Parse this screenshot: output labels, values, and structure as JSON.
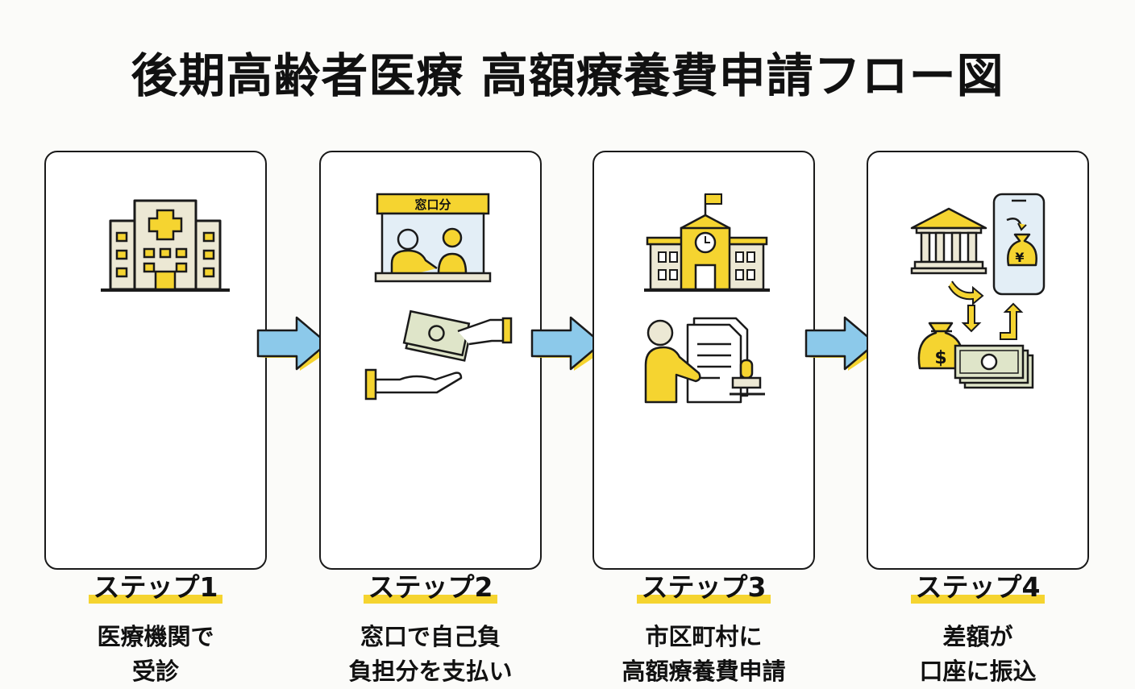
{
  "title": "後期高齢者医療 高額療養費申請フロー図",
  "colors": {
    "accent_yellow": "#f5d430",
    "arrow_blue": "#8cc9ea",
    "outline": "#1a1a1a",
    "money_green": "#dfe5c9",
    "building_beige": "#ece8d4"
  },
  "steps": [
    {
      "label": "ステップ1",
      "description": "医療機関で\n受診",
      "icons": [
        "hospital-icon"
      ]
    },
    {
      "label": "ステップ2",
      "description": "窓口で自己負\n負担分を支払い",
      "counter_sign": "窓口分",
      "icons": [
        "reception-counter-icon",
        "cash-payment-icon"
      ]
    },
    {
      "label": "ステップ3",
      "description": "市区町村に\n高額療養費申請",
      "icons": [
        "city-hall-icon",
        "application-form-icon"
      ]
    },
    {
      "label": "ステップ4",
      "description": "差額が\n口座に振込",
      "currency_symbols": [
        "¥",
        "$"
      ],
      "icons": [
        "bank-icon",
        "smartphone-icon",
        "money-bag-icon",
        "banknotes-icon"
      ]
    }
  ]
}
